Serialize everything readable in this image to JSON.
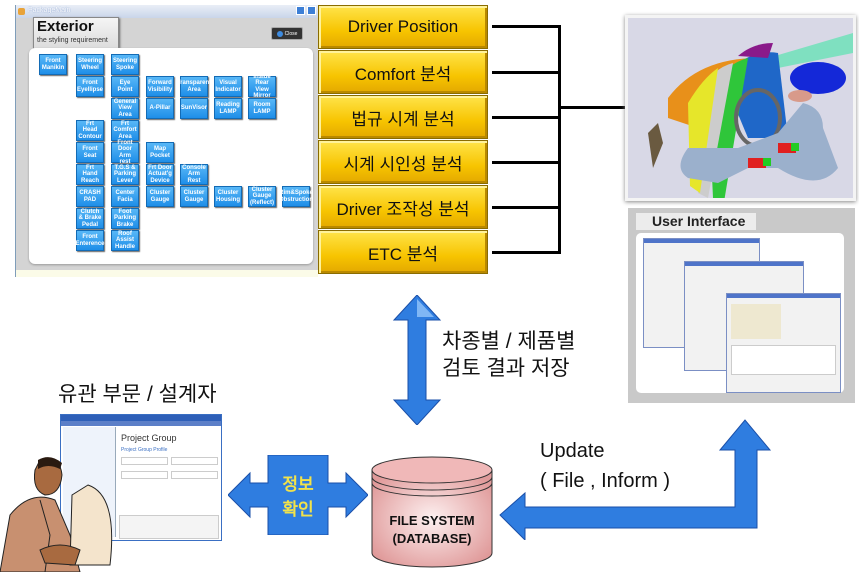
{
  "window": {
    "title": "PackageMain",
    "header_title": "Exterior",
    "header_subtitle": "the styling requirement",
    "close_label": "Close",
    "tiles": [
      {
        "label": "Front Manikin",
        "col": 0,
        "row": 0
      },
      {
        "label": "Steering Wheel",
        "col": 1,
        "row": 0
      },
      {
        "label": "Steering Spoke",
        "col": 2,
        "row": 0
      },
      {
        "label": "Front Eyellipse",
        "col": 1,
        "row": 1
      },
      {
        "label": "Eye Point",
        "col": 2,
        "row": 1
      },
      {
        "label": "Forward Visibility",
        "col": 3,
        "row": 1
      },
      {
        "label": "Transparent Area",
        "col": 4,
        "row": 1
      },
      {
        "label": "Visual Indicator",
        "col": 5,
        "row": 1
      },
      {
        "label": "Inside Rear View Mirror",
        "col": 6,
        "row": 1
      },
      {
        "label": "General View Area",
        "col": 2,
        "row": 2
      },
      {
        "label": "A-Pillar",
        "col": 3,
        "row": 2
      },
      {
        "label": "SunVisor",
        "col": 4,
        "row": 2
      },
      {
        "label": "Reading LAMP",
        "col": 5,
        "row": 2
      },
      {
        "label": "Room LAMP",
        "col": 6,
        "row": 2
      },
      {
        "label": "Frt Head Contour",
        "col": 1,
        "row": 3
      },
      {
        "label": "Frt Comfort Area",
        "col": 2,
        "row": 3
      },
      {
        "label": "Front Seat",
        "col": 1,
        "row": 4
      },
      {
        "label": "Front Door Arm rest",
        "col": 2,
        "row": 4
      },
      {
        "label": "Map Pocket",
        "col": 3,
        "row": 4
      },
      {
        "label": "Frt Hand Reach",
        "col": 1,
        "row": 5
      },
      {
        "label": "T.G.S & Parking Lever",
        "col": 2,
        "row": 5
      },
      {
        "label": "Frt Door Actuat'g Device",
        "col": 3,
        "row": 5
      },
      {
        "label": "Console Arm Rest",
        "col": 4,
        "row": 5
      },
      {
        "label": "CRASH PAD",
        "col": 1,
        "row": 6
      },
      {
        "label": "Center Facia",
        "col": 2,
        "row": 6
      },
      {
        "label": "Cluster Gauge",
        "col": 3,
        "row": 6
      },
      {
        "label": "Cluster Gauge",
        "col": 4,
        "row": 6
      },
      {
        "label": "Cluster Housing",
        "col": 5,
        "row": 6
      },
      {
        "label": "Cluster Gauge (Reflect)",
        "col": 6,
        "row": 6
      },
      {
        "label": "Rim&Spoke Obstruction",
        "col": 7,
        "row": 6
      },
      {
        "label": "Clutch & Brake Pedal",
        "col": 1,
        "row": 7
      },
      {
        "label": "Foot Parking Brake",
        "col": 2,
        "row": 7
      },
      {
        "label": "Front Enterence",
        "col": 1,
        "row": 8
      },
      {
        "label": "Roof Assist Handle",
        "col": 2,
        "row": 8
      }
    ]
  },
  "analysis_buttons": [
    "Driver Position",
    "Comfort 분석",
    "법규 시계 분석",
    "시계 시인성 분석",
    "Driver 조작성 분석",
    "ETC 분석"
  ],
  "user_interface_label": "User Interface",
  "storage_text": [
    "차종별 / 제품별",
    "검토 결과 저장"
  ],
  "department_text": "유관 부문 / 설계자",
  "screen": {
    "title": "Project Group",
    "section": "Project Group Profile"
  },
  "info_check_text": [
    "정보",
    "확인"
  ],
  "database_text": [
    "FILE SYSTEM",
    "(DATABASE)"
  ],
  "update_text": [
    "Update",
    "( File , Inform )"
  ],
  "colors": {
    "arrow_blue": "#2f7de0",
    "tile_blue": "#2a97ec",
    "button_yellow": "#f7c400",
    "db_pink": "#e8a8a8",
    "info_text_yellow": "#f2e24a"
  }
}
